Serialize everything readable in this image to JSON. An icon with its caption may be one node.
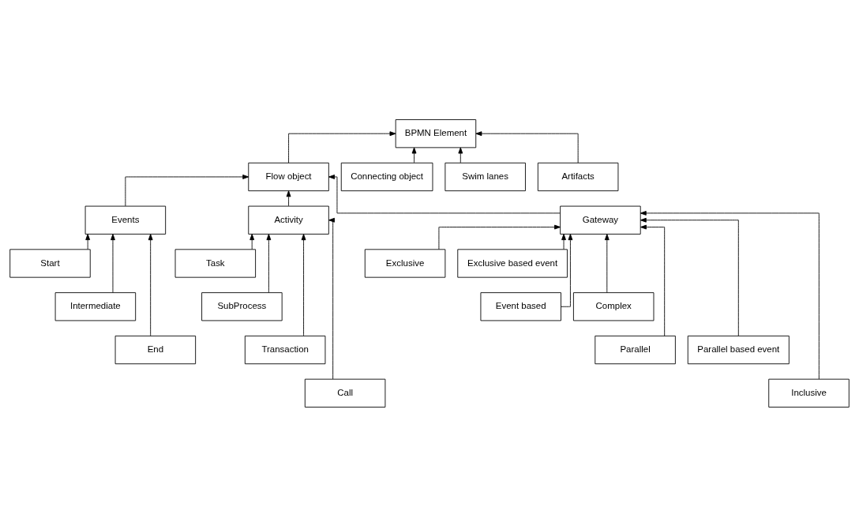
{
  "diagram": {
    "nodes": [
      {
        "text": [
          "BPMN Element"
        ]
      },
      {
        "text": [
          "Flow object"
        ]
      },
      {
        "text": [
          "Connecting object"
        ]
      },
      {
        "text": [
          "Swim lanes"
        ]
      },
      {
        "text": [
          "Artifacts"
        ]
      },
      {
        "text": [
          "Events"
        ]
      },
      {
        "text": [
          "Activity"
        ]
      },
      {
        "text": [
          "Gateway"
        ]
      },
      {
        "text": [
          "Start"
        ]
      },
      {
        "text": [
          "Intermediate"
        ]
      },
      {
        "text": [
          "End"
        ]
      },
      {
        "text": [
          "Task"
        ]
      },
      {
        "text": [
          "SubProcess"
        ]
      },
      {
        "text": [
          "Transaction"
        ]
      },
      {
        "text": [
          "Call"
        ]
      },
      {
        "text": [
          "Exclusive"
        ]
      },
      {
        "text": [
          "Exclusive based event"
        ]
      },
      {
        "text": [
          "Event based"
        ]
      },
      {
        "text": [
          "Complex"
        ]
      },
      {
        "text": [
          "Parallel"
        ]
      },
      {
        "text": [
          "Parallel based event"
        ]
      },
      {
        "text": [
          "Inclusive"
        ]
      }
    ],
    "edges": [
      {
        "from": 1,
        "to": 0,
        "arrow": "to"
      },
      {
        "from": 2,
        "to": 0,
        "arrow": "to"
      },
      {
        "from": 3,
        "to": 0,
        "arrow": "to"
      },
      {
        "from": 4,
        "to": 0,
        "arrow": "to"
      },
      {
        "from": 5,
        "to": 1,
        "arrow": "to"
      },
      {
        "from": 6,
        "to": 1,
        "arrow": "to"
      },
      {
        "from": 7,
        "to": 1,
        "arrow": "to"
      },
      {
        "from": 8,
        "to": 5,
        "arrow": "to"
      },
      {
        "from": 9,
        "to": 5,
        "arrow": "to"
      },
      {
        "from": 10,
        "to": 5,
        "arrow": "to"
      },
      {
        "from": 11,
        "to": 6,
        "arrow": "to"
      },
      {
        "from": 12,
        "to": 6,
        "arrow": "to"
      },
      {
        "from": 13,
        "to": 6,
        "arrow": "to"
      },
      {
        "from": 14,
        "to": 6,
        "arrow": "to"
      },
      {
        "from": 15,
        "to": 7,
        "arrow": "to"
      },
      {
        "from": 16,
        "to": 7,
        "arrow": "to"
      },
      {
        "from": 17,
        "to": 7,
        "arrow": "to"
      },
      {
        "from": 18,
        "to": 7,
        "arrow": "to"
      },
      {
        "from": 19,
        "to": 7,
        "arrow": "to"
      },
      {
        "from": 20,
        "to": 7,
        "arrow": "to"
      },
      {
        "from": 21,
        "to": 7,
        "arrow": "to"
      }
    ]
  }
}
